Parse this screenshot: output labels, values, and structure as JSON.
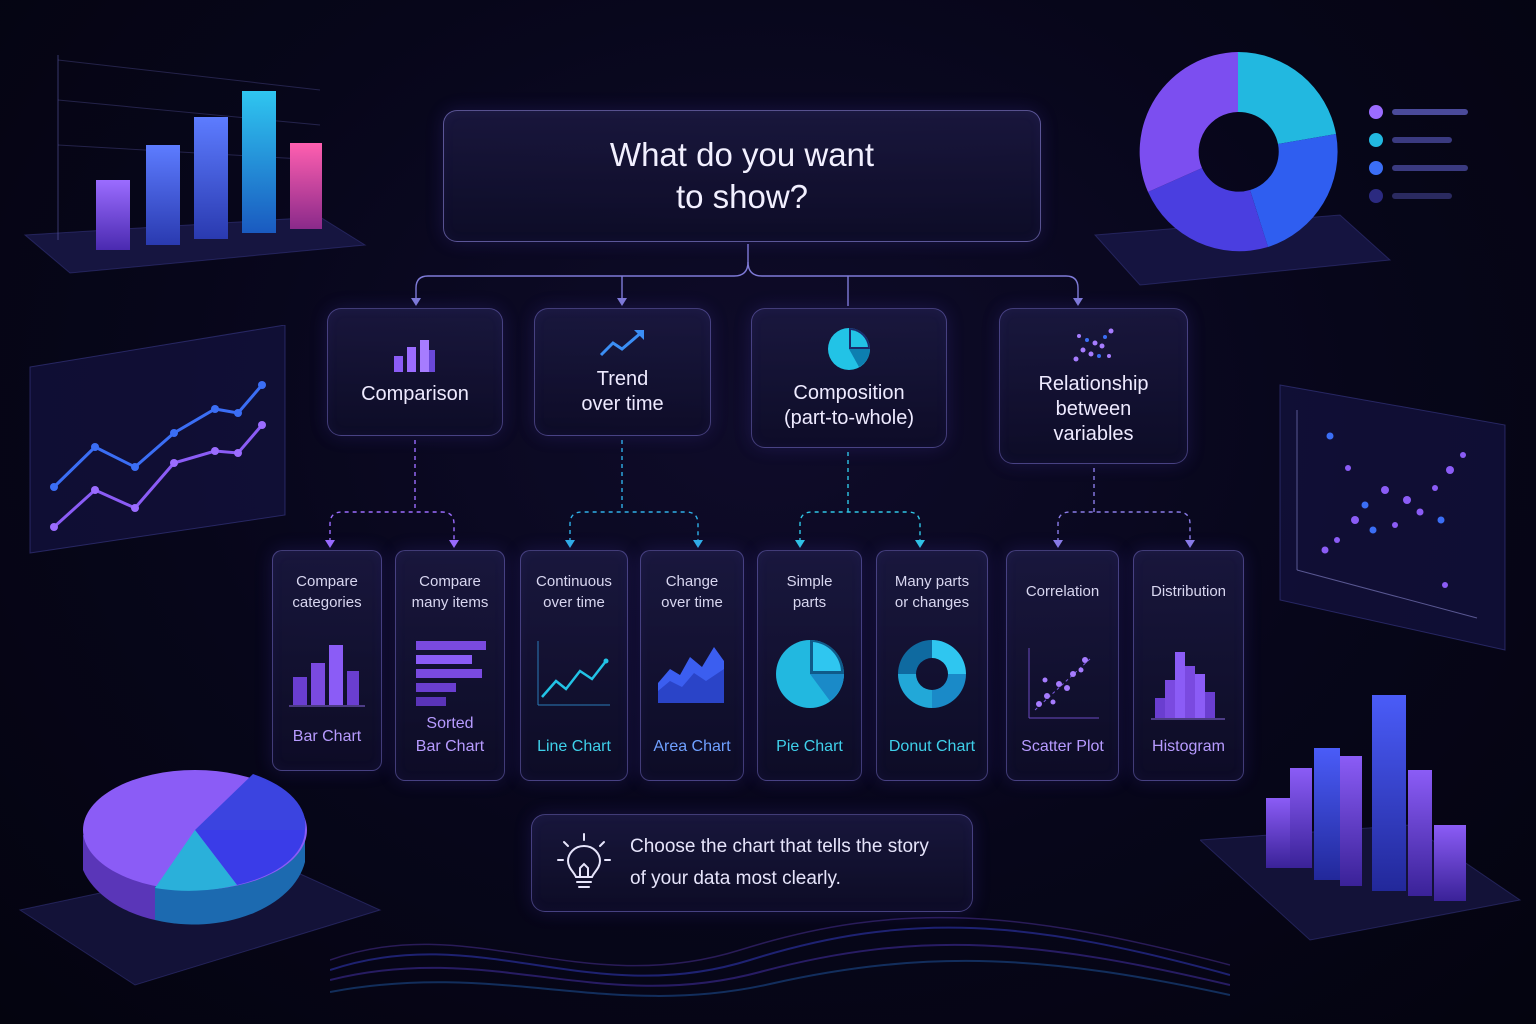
{
  "question": "What do you want\nto show?",
  "categories": [
    {
      "label": "Comparison",
      "icon": "bar-chart-icon"
    },
    {
      "label": "Trend\nover time",
      "icon": "trend-line-icon"
    },
    {
      "label": "Composition\n(part-to-whole)",
      "icon": "pie-chart-icon"
    },
    {
      "label": "Relationship\nbetween\nvariables",
      "icon": "scatter-icon"
    }
  ],
  "options": [
    {
      "description": "Compare\ncategories",
      "chart": "Bar Chart",
      "icon": "bar-chart-icon"
    },
    {
      "description": "Compare\nmany items",
      "chart": "Sorted\nBar Chart",
      "icon": "sorted-bar-chart-icon"
    },
    {
      "description": "Continuous\nover time",
      "chart": "Line Chart",
      "icon": "line-chart-icon"
    },
    {
      "description": "Change\nover time",
      "chart": "Area Chart",
      "icon": "area-chart-icon"
    },
    {
      "description": "Simple\nparts",
      "chart": "Pie Chart",
      "icon": "pie-chart-icon"
    },
    {
      "description": "Many parts\nor changes",
      "chart": "Donut Chart",
      "icon": "donut-chart-icon"
    },
    {
      "description": "Correlation",
      "chart": "Scatter Plot",
      "icon": "scatter-plot-icon"
    },
    {
      "description": "Distribution",
      "chart": "Histogram",
      "icon": "histogram-icon"
    }
  ],
  "tip": {
    "text": "Choose the chart that tells the story\nof your data most clearly.",
    "icon": "lightbulb-icon"
  },
  "colors": {
    "purple": "#8b5cf6",
    "cyan": "#22c3e6",
    "blue": "#3b6ef5",
    "magenta": "#e2479b",
    "background": "#07061a"
  }
}
